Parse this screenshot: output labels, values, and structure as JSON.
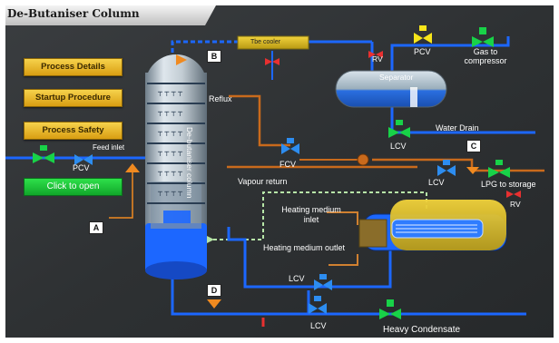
{
  "title": "De-Butaniser Column",
  "buttons": {
    "process_details": "Process Details",
    "startup_procedure": "Startup Procedure",
    "process_safety": "Process Safety",
    "click_to_open": "Click to open"
  },
  "labels": {
    "feed_inlet": "Feed inlet",
    "pcv_left": "PCV",
    "reflux": "Reflux",
    "column": "De-butaniser column",
    "fcv": "FCV",
    "vapour_return": "Vapour return",
    "separator": "Separator",
    "water_drain": "Water Drain",
    "lcv_sep": "LCV",
    "pcv_top": "PCV",
    "gas_to_compressor": "Gas to compressor",
    "rv_top": "RV",
    "lcv_lpg": "LCV",
    "lpg_to_storage": "LPG to storage",
    "rv_right": "RV",
    "heating_medium_inlet": "Heating medium inlet",
    "heating_medium_outlet": "Heating medium outlet",
    "lcv_mid": "LCV",
    "lcv_bottom": "LCV",
    "heavy_condensate": "Heavy Condensate",
    "top_box": "Tbe cooler"
  },
  "markers": {
    "a": "A",
    "b": "B",
    "c": "C",
    "d": "D"
  },
  "colors": {
    "blue_pipe": "#1c67ff",
    "orange_pipe": "#c96a1c",
    "valve_green": "#18d248",
    "valve_blue": "#2d8df0",
    "valve_yellow": "#f7e51a",
    "valve_red": "#e83030",
    "button_gold": "#f0c23c",
    "button_green": "#1ec93a"
  },
  "icons": [
    "gate-valve-icon",
    "control-valve-icon",
    "pump-icon",
    "flow-arrow-icon"
  ]
}
